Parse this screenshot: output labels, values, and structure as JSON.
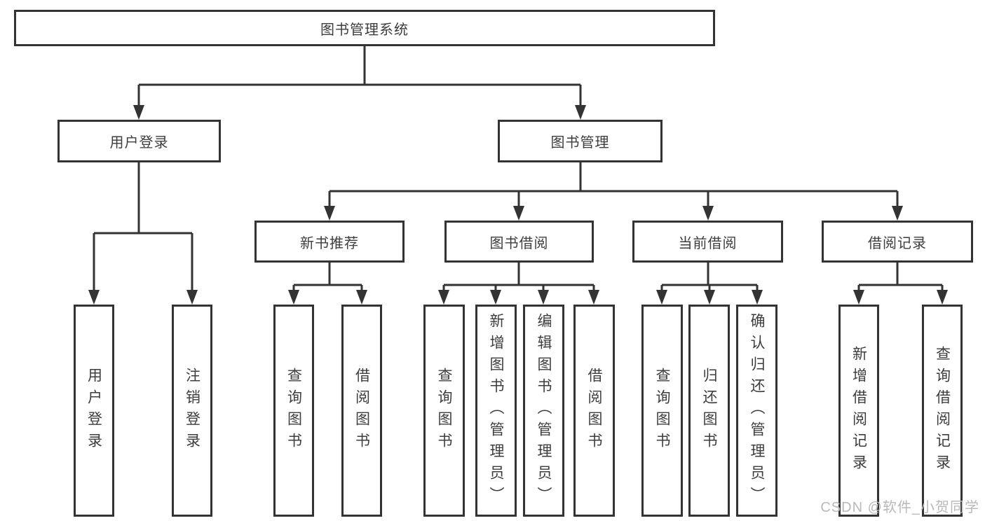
{
  "diagram": {
    "type": "hierarchy-diagram",
    "colors": {
      "line": "#333333",
      "box_border": "#333333",
      "box_fill": "#ffffff",
      "text": "#3d3d3d",
      "background": "#ffffff",
      "watermark": "#b9b9b9"
    },
    "nodes": {
      "root": {
        "label": "图书管理系统"
      },
      "l1_user_login": {
        "label": "用户登录"
      },
      "l1_book_mgmt": {
        "label": "图书管理"
      },
      "l2_new_book": {
        "label": "新书推荐"
      },
      "l2_book_borrow": {
        "label": "图书借阅"
      },
      "l2_current_borrow": {
        "label": "当前借阅"
      },
      "l2_borrow_record": {
        "label": "借阅记录"
      },
      "leaf_user_login": {
        "label": "用户登录"
      },
      "leaf_logout": {
        "label": "注销登录"
      },
      "leaf_query_book_a": {
        "label": "查询图书"
      },
      "leaf_borrow_book_a": {
        "label": "借阅图书"
      },
      "leaf_query_book_b": {
        "label": "查询图书"
      },
      "leaf_add_book": {
        "label": "新增图书（管理员）"
      },
      "leaf_edit_book": {
        "label": "编辑图书（管理员）"
      },
      "leaf_borrow_book_b": {
        "label": "借阅图书"
      },
      "leaf_query_book_c": {
        "label": "查询图书"
      },
      "leaf_return_book": {
        "label": "归还图书"
      },
      "leaf_confirm_return": {
        "label": "确认归还（管理员）"
      },
      "leaf_add_record": {
        "label": "新增借阅记录"
      },
      "leaf_query_record": {
        "label": "查询借阅记录"
      }
    },
    "tree": {
      "图书管理系统": {
        "用户登录": [
          "用户登录",
          "注销登录"
        ],
        "图书管理": {
          "新书推荐": [
            "查询图书",
            "借阅图书"
          ],
          "图书借阅": [
            "查询图书",
            "新增图书（管理员）",
            "编辑图书（管理员）",
            "借阅图书"
          ],
          "当前借阅": [
            "查询图书",
            "归还图书",
            "确认归还（管理员）"
          ],
          "借阅记录": [
            "新增借阅记录",
            "查询借阅记录"
          ]
        }
      }
    },
    "watermark": {
      "label": "CSDN @软件_小贺同学"
    }
  }
}
